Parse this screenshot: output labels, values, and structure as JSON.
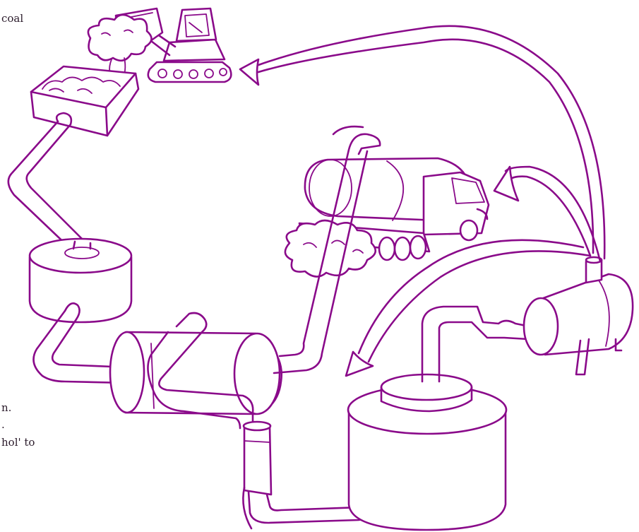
{
  "text_fragments": {
    "coal": "coal",
    "period": "n.",
    "dot": ".",
    "alcohol_to": "hol' to"
  },
  "colors": {
    "line": "#8a0a8a",
    "background": "#ffffff",
    "text": "#2a1a2a"
  }
}
